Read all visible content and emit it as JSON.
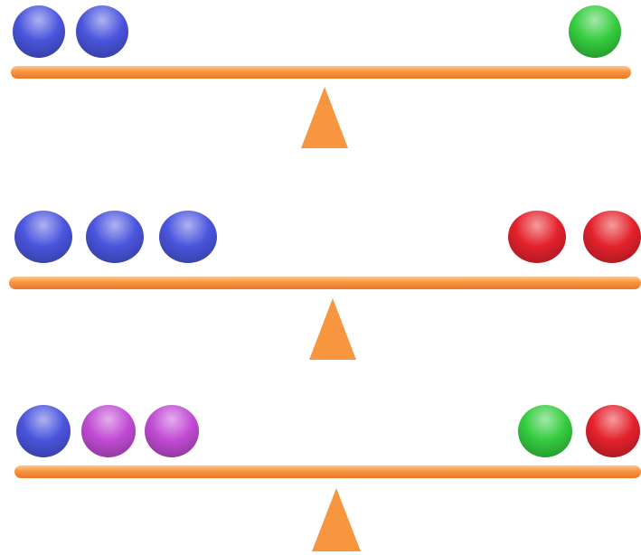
{
  "colors": {
    "blue": "#4a55dd",
    "green": "#35cc3f",
    "red": "#e4222c",
    "purple": "#c14bd4",
    "beam": "#f7963f",
    "fulcrum": "#f7963f"
  },
  "scales": [
    {
      "left": [
        "blue",
        "blue"
      ],
      "right": [
        "green"
      ]
    },
    {
      "left": [
        "blue",
        "blue",
        "blue"
      ],
      "right": [
        "red",
        "red"
      ]
    },
    {
      "left": [
        "blue",
        "purple",
        "purple"
      ],
      "right": [
        "green",
        "red"
      ]
    }
  ]
}
